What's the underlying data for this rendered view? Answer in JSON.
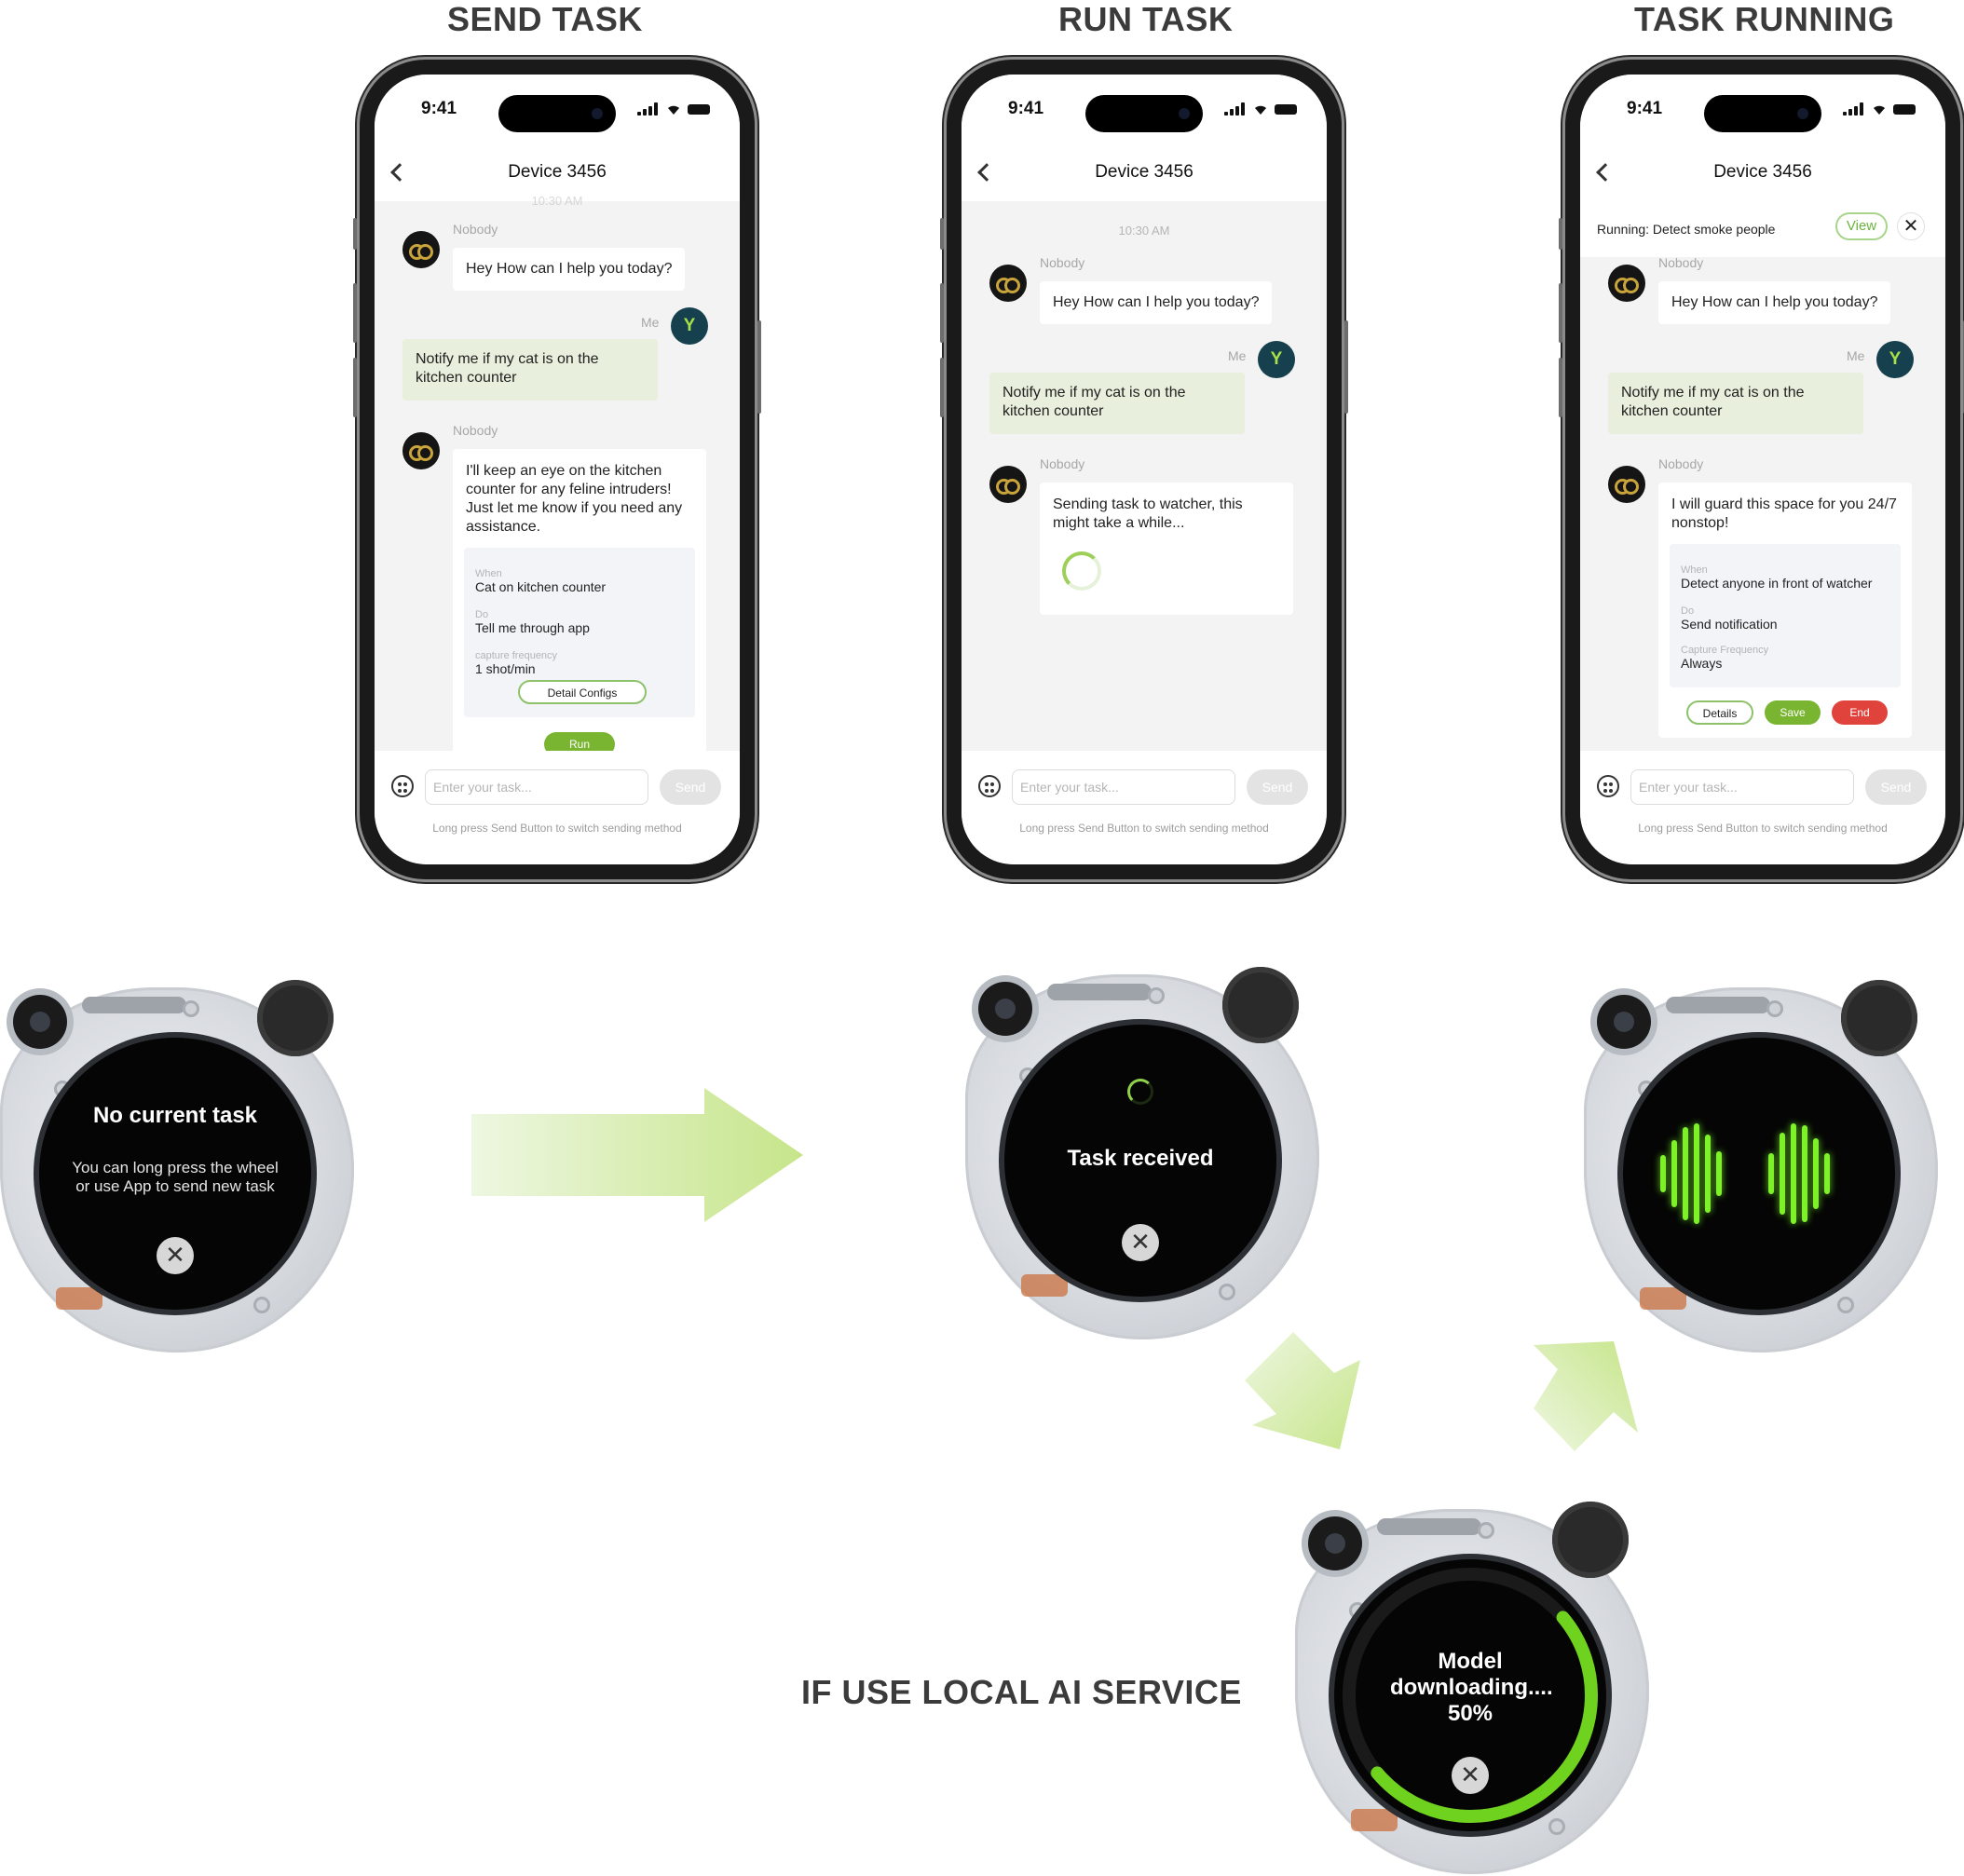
{
  "sections": {
    "send_task": "SEND TASK",
    "run_task": "RUN TASK",
    "task_running": "TASK RUNNING",
    "local_ai": "IF USE LOCAL AI SERVICE"
  },
  "phone_common": {
    "time": "9:41",
    "device_title": "Device 3456",
    "input_placeholder": "Enter your task...",
    "send_label": "Send",
    "hint": "Long press Send Button to switch sending method",
    "bot_name": "Nobody",
    "me_name": "Me",
    "me_avatar": "Y",
    "greeting": "Hey How can I help you today?",
    "user_message": "Notify me if my cat is on the kitchen counter"
  },
  "phone1": {
    "timestamp": "10:30 AM",
    "reply": "I'll keep an eye on the kitchen counter for any feline intruders! Just let me know if you need any assistance.",
    "when_label": "When",
    "when_value": "Cat on kitchen counter",
    "do_label": "Do",
    "do_value": "Tell me through app",
    "freq_label": "capture frequency",
    "freq_value": "1 shot/min",
    "detail_configs": "Detail Configs",
    "run": "Run"
  },
  "phone2": {
    "timestamp": "10:30 AM",
    "reply": "Sending task to watcher, this might take a while..."
  },
  "phone3": {
    "running_text": "Running: Detect smoke people",
    "view": "View",
    "close": "✕",
    "reply": "I will guard this space for you 24/7 nonstop!",
    "when_label": "When",
    "when_value": "Detect anyone in front of watcher",
    "do_label": "Do",
    "do_value": "Send notification",
    "freq_label": "Capture Frequency",
    "freq_value": "Always",
    "details": "Details",
    "save": "Save",
    "end": "End"
  },
  "devices": {
    "idle_title": "No current task",
    "idle_sub": "You can long press the wheel or use App to send new task",
    "received_title": "Task received",
    "loading_title": "Model downloading.... 50%",
    "loading_progress": 0.5,
    "close_glyph": "✕"
  },
  "colors": {
    "accent_green": "#7ab532",
    "me_bubble": "#e8efdc",
    "end_red": "#e0433c",
    "wave_green": "#7ef12a"
  }
}
